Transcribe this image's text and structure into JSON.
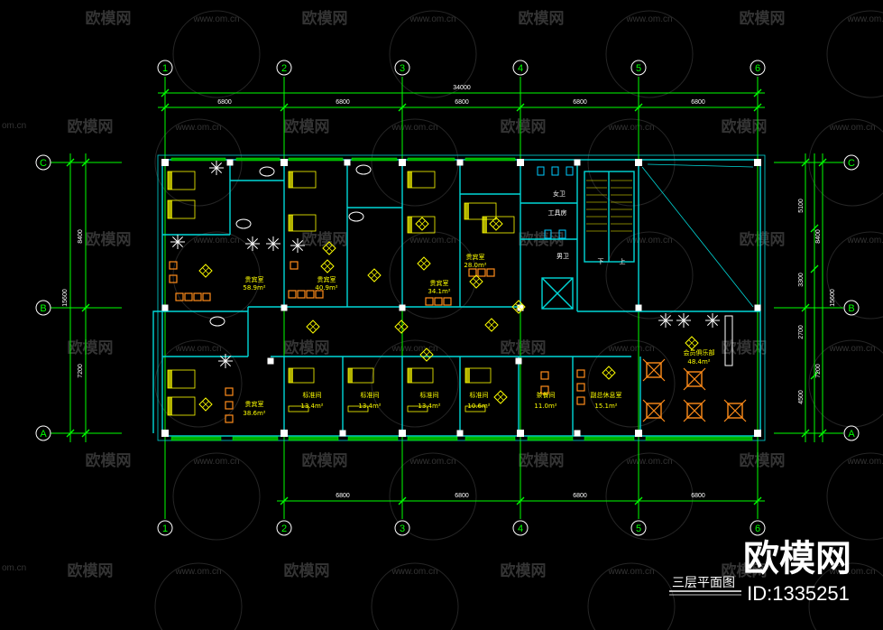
{
  "grid": {
    "columns": [
      "1",
      "2",
      "3",
      "4",
      "5",
      "6"
    ],
    "rows": [
      "C",
      "B",
      "A"
    ]
  },
  "dimensions": {
    "total": "34000",
    "top_bays": [
      "6800",
      "6800",
      "6800",
      "6800",
      "6800"
    ],
    "bottom_bays": [
      "6800",
      "6800",
      "6800",
      "6800"
    ],
    "left_total": "15600",
    "left_parts": [
      "8400",
      "7200"
    ],
    "right_total": "15600",
    "right_outer": [
      "8400",
      "7200"
    ],
    "right_inner": [
      "5100",
      "3300",
      "2700",
      "4500"
    ]
  },
  "rooms": {
    "r1": {
      "name": "贵宾室",
      "area": "58.9m²"
    },
    "r2": {
      "name": "贵宾室",
      "area": "40.9m²"
    },
    "r3": {
      "name": "贵宾室",
      "area": "34.1m²"
    },
    "r4": {
      "name": "贵宾室",
      "area": "28.0m²"
    },
    "r5": {
      "name": "贵宾室",
      "area": "38.6m²"
    },
    "s1": {
      "name": "标准间",
      "area": "13.4m²"
    },
    "s2": {
      "name": "标准间",
      "area": "13.4m²"
    },
    "s3": {
      "name": "标准间",
      "area": "13.4m²"
    },
    "s4": {
      "name": "标准间",
      "area": "10.6m²"
    },
    "tea": {
      "name": "茶餐间",
      "area": "11.0m²"
    },
    "lounge": {
      "name": "副总休息室",
      "area": "15.1m²"
    },
    "club": {
      "name": "会员俱乐部",
      "area": "48.4m²"
    },
    "wc_w": "女卫",
    "wc_m": "男卫",
    "tool": "工具房",
    "stair_down": "下",
    "stair_up": "上"
  },
  "title": "三层平面图",
  "watermarks": {
    "brand": "欧模网",
    "url": "www.om.cn",
    "url_partial": "om.cn",
    "id": "ID:1335251"
  },
  "colors": {
    "background": "#000000",
    "axis": "#00ff00",
    "wall": "#00e5e5",
    "furniture": "#ffff00",
    "chair": "#ff8c1a",
    "plant": "#ffffff"
  }
}
